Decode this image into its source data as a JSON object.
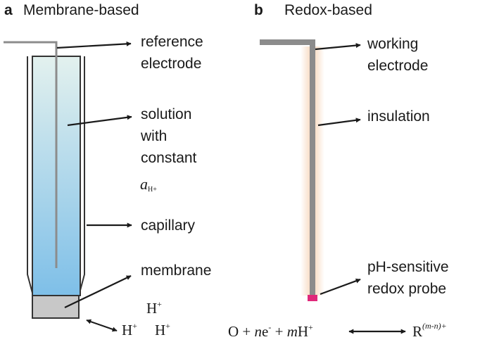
{
  "panel_a": {
    "letter": "a",
    "title": "Membrane-based",
    "labels": {
      "reference_line1": "reference",
      "reference_line2": "electrode",
      "solution_line1": "solution",
      "solution_line2": "with",
      "solution_line3": "constant",
      "activity_a": "a",
      "activity_sub": "H+",
      "capillary": "capillary",
      "membrane": "membrane"
    },
    "ions": {
      "h": "H",
      "plus": "+"
    }
  },
  "panel_b": {
    "letter": "b",
    "title": "Redox-based",
    "labels": {
      "working_line1": "working",
      "working_line2": "electrode",
      "insulation": "insulation",
      "probe_line1": "pH-sensitive",
      "probe_line2": "redox probe"
    },
    "equation": {
      "o": "O + ",
      "n": "n",
      "e": "e",
      "e_sup": "-",
      "plus2": " + ",
      "m": "m",
      "h": "H",
      "h_sup": "+",
      "r": "R",
      "r_sup": "(m-n)+"
    }
  },
  "colors": {
    "gradient_top": "#e3f1ee",
    "gradient_bottom": "#7ebfe8",
    "membrane": "#c8c8c8",
    "electrode_gray": "#8c8c8c",
    "insulation_glow": "#f6d3b6",
    "probe": "#e0287a",
    "ink": "#1a1a1a"
  }
}
